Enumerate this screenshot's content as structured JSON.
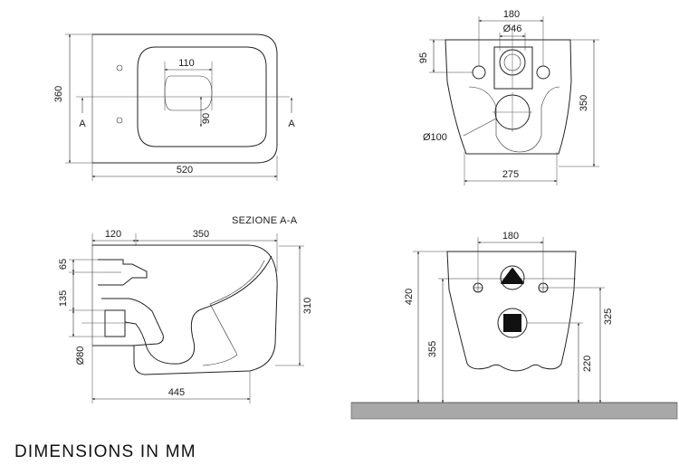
{
  "caption": "DIMENSIONS IN MM",
  "top_view": {
    "width": "520",
    "depth": "360",
    "seat_width": "110",
    "seat_depth": "90",
    "section_mark_left": "A",
    "section_mark_right": "A"
  },
  "rear_view": {
    "fixing_spacing": "180",
    "inlet_diameter": "Ø46",
    "inlet_height": "95",
    "height": "350",
    "outlet_diameter": "Ø100",
    "base_width": "275"
  },
  "section_view": {
    "title": "SEZIONE A-A",
    "rear_offset": "120",
    "front_length": "350",
    "inlet_height": "65",
    "outlet_offset": "135",
    "outlet_diameter": "Ø80",
    "height": "310",
    "total_length": "445"
  },
  "front_view": {
    "fixing_spacing": "180",
    "total_height": "420",
    "rim_height": "355",
    "fixing_height": "325",
    "outlet_height": "220"
  },
  "colors": {
    "line": "#222222",
    "floor": "#a8a8a8",
    "symbol": "#111111"
  }
}
